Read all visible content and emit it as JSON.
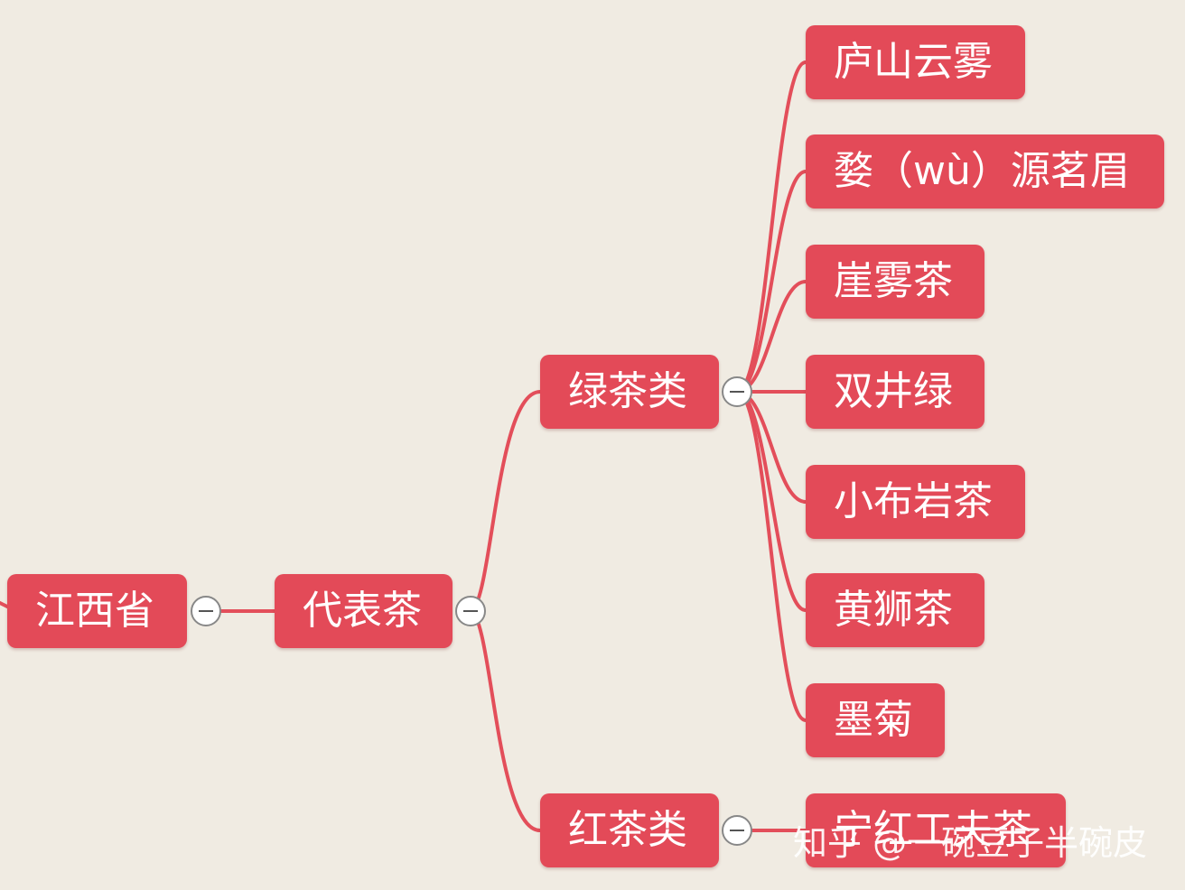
{
  "mindmap": {
    "root": {
      "label": "江西省"
    },
    "level1": {
      "label": "代表茶"
    },
    "categories": [
      {
        "label": "绿茶类",
        "teas": [
          "庐山云雾",
          "婺（wù）源茗眉",
          "崖雾茶",
          "双井绿",
          "小布岩茶",
          "黄狮茶",
          "墨菊"
        ]
      },
      {
        "label": "红茶类",
        "teas": [
          "宁红工夫茶"
        ]
      }
    ]
  },
  "watermark": {
    "text": "知乎 @一碗豆子半碗皮"
  },
  "colors": {
    "node": "#e34a58",
    "connector": "#e34e5a",
    "background": "#f0ebe2"
  },
  "icons": {
    "collapse": "minus-circle-icon"
  }
}
